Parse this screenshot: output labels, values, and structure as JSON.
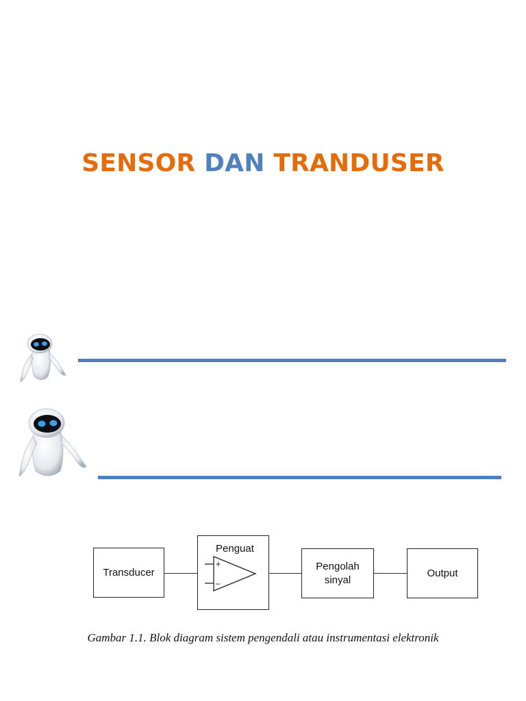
{
  "title": {
    "word1": "SENSOR",
    "word2": "DAN",
    "word3": "TRANDUSER",
    "color_orange": "#e46c0a",
    "color_blue": "#4f81bd"
  },
  "decorations": {
    "robot_icon": "eve-robot-icon",
    "rule_color": "#4f7ec2"
  },
  "diagram": {
    "blocks": {
      "transducer": "Transducer",
      "penguat": "Penguat",
      "pengolah_line1": "Pengolah",
      "pengolah_line2": "sinyal",
      "output": "Output"
    },
    "opamp_plus": "+",
    "opamp_minus": "–",
    "caption": "Gambar 1.1. Blok diagram sistem pengendali atau instrumentasi elektronik"
  }
}
